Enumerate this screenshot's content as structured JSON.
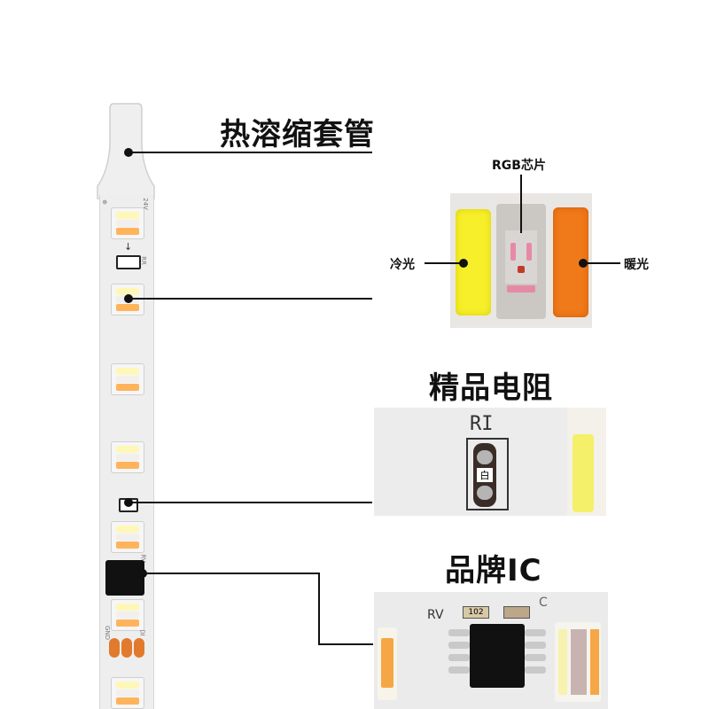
{
  "labels": {
    "heat_shrink": "热溶缩套管",
    "rgb_chip": "RGB芯片",
    "cold_light": "冷光",
    "warm_light": "暖光",
    "resistor": "精品电阻",
    "brand_ic": "品牌IC"
  },
  "board_marks": {
    "strip_r": "RR",
    "strip_voltage": "24V",
    "strip_gnd": "GND",
    "strip_din": "DI",
    "strip_rv": "RV",
    "resistor_code": "RI",
    "ic_label": "RV",
    "ic_resistor_code": "102",
    "ic_cap": "C"
  },
  "colors": {
    "cold_led": "#f7ef2a",
    "warm_led": "#f07a1a",
    "rgb_center": "#c9c5c2",
    "strip_pad": "#e17a2c",
    "ic_body": "#111111"
  }
}
